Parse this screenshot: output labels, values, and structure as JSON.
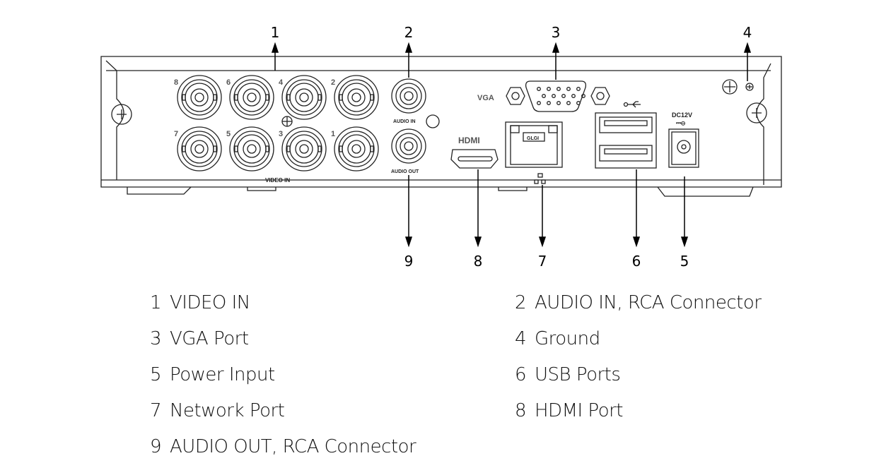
{
  "callouts": [
    "1",
    "2",
    "3",
    "4",
    "5",
    "6",
    "7",
    "8",
    "9"
  ],
  "panel_labels": {
    "video_in": "VIDEO IN",
    "audio_in": "AUDIO IN",
    "audio_out": "AUDIO OUT",
    "vga": "VGA",
    "hdmi": "HDMI",
    "gl": "GLGI",
    "dc": "DC12V",
    "bnc_numbers": [
      "8",
      "6",
      "4",
      "2",
      "7",
      "5",
      "3",
      "1"
    ]
  },
  "legend": [
    {
      "num": "1",
      "label": "VIDEO IN"
    },
    {
      "num": "2",
      "label": "AUDIO IN, RCA Connector"
    },
    {
      "num": "3",
      "label": "VGA Port"
    },
    {
      "num": "4",
      "label": "Ground"
    },
    {
      "num": "5",
      "label": "Power Input"
    },
    {
      "num": "6",
      "label": "USB Ports"
    },
    {
      "num": "7",
      "label": "Network Port"
    },
    {
      "num": "8",
      "label": "HDMI Port"
    },
    {
      "num": "9",
      "label": "AUDIO OUT, RCA Connector"
    }
  ]
}
